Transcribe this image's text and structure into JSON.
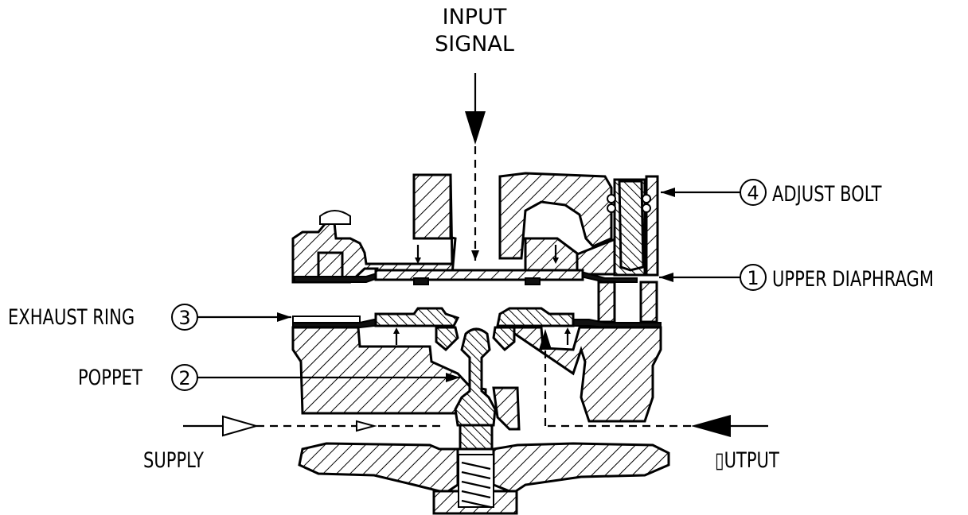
{
  "labels": {
    "input_signal_line1": "INPUT",
    "input_signal_line2": "SIGNAL",
    "adjust_bolt": "ADJUST BOLT",
    "upper_diaphragm": "UPPER DIAPHRAGM",
    "exhaust_ring": "EXHAUST RING",
    "poppet": "POPPET",
    "supply": "SUPPLY",
    "output": "▯UTPUT"
  },
  "callouts": {
    "upper_diaphragm": "1",
    "poppet": "2",
    "exhaust_ring": "3",
    "adjust_bolt": "4"
  }
}
